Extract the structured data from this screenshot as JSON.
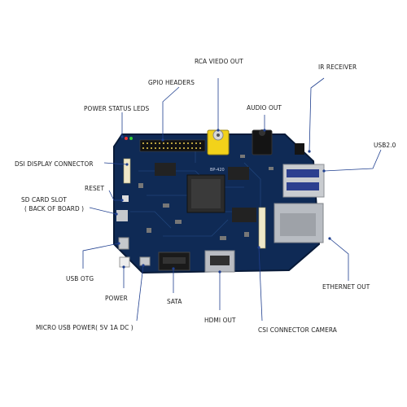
{
  "labels": {
    "rca_video_out": "RCA VIEDO OUT",
    "ir_receiver": "IR RECEIVER",
    "gpio_headers": "GPIO HEADERS",
    "audio_out": "AUDIO OUT",
    "power_status_leds": "POWER STATUS LEDS",
    "usb20": "USB2.0",
    "dsi_display_connector": "DSI DISPLAY CONNECTOR",
    "reset": "RESET",
    "sd_card_slot": "SD CARD SLOT",
    "sd_card_slot_note": "( BACK OF BOARD )",
    "usb_otg": "USB OTG",
    "ethernet_out": "ETHERNET OUT",
    "power": "POWER",
    "sata": "SATA",
    "micro_usb_power": "MICRO USB POWER( 5V 1A DC )",
    "hdmi_out": "HDMI OUT",
    "csi_connector_camera": "CSI CONNECTOR CAMERA"
  },
  "board": {
    "model_text": "BP-420"
  },
  "colors": {
    "pcb": "#0f2a55",
    "pcb_edge": "#081a38",
    "leader": "#1f3f8f",
    "rca_yellow": "#f2d21a",
    "metal": "#c9ccd0"
  }
}
